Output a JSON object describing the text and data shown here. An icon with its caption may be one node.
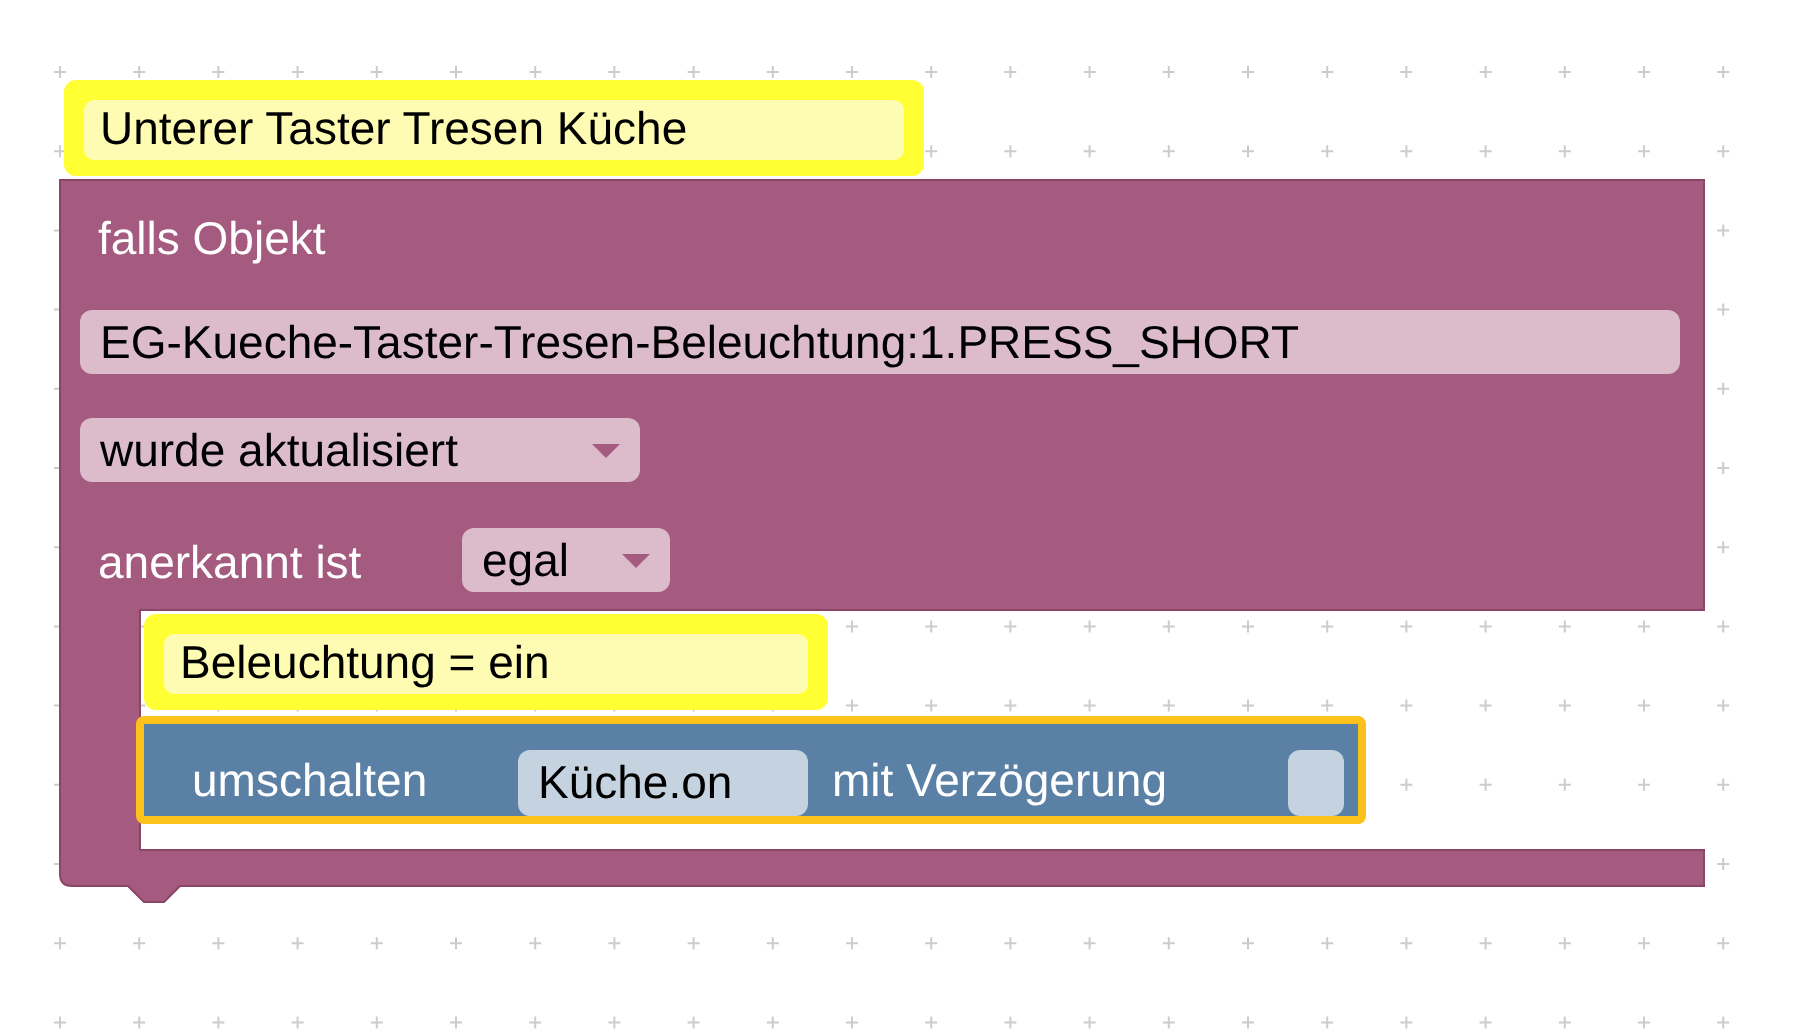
{
  "diagram": {
    "nodes": [
      {
        "text": [
          "Unterer Taster Tresen Küche"
        ]
      },
      {
        "text": [
          "falls Objekt",
          "anerkannt ist"
        ]
      },
      {
        "text": [
          "EG-Kueche-Taster-Tresen-Beleuchtung:1.PRESS_SHORT"
        ],
        "in": 1
      },
      {
        "text": [
          "wurde aktualisiert"
        ],
        "in": 1
      },
      {
        "text": [
          "egal"
        ],
        "in": 1
      },
      {
        "text": [
          "Beleuchtung = ein"
        ],
        "in": 1
      },
      {
        "text": [
          "umschalten",
          "mit Verzögerung"
        ],
        "in": 1
      },
      {
        "text": [
          "Küche.on"
        ],
        "in": 6
      },
      {
        "text": [],
        "shape": "box",
        "in": 6
      }
    ]
  }
}
